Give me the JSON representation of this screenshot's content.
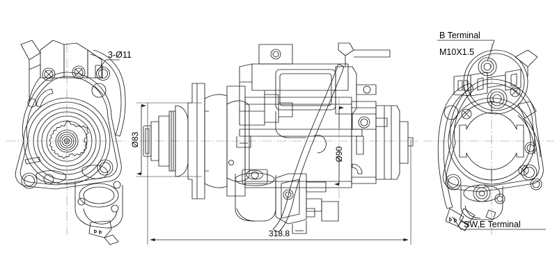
{
  "drawing": {
    "type": "engineering-orthographic-drawing",
    "subject": "starter-motor",
    "background_color": "#ffffff",
    "line_color": "#1a1a1a",
    "center_line_color": "#808080",
    "views": [
      {
        "name": "front-view-drive-end",
        "position": "left"
      },
      {
        "name": "side-view-section",
        "position": "center"
      },
      {
        "name": "rear-view-commutator-end",
        "position": "right"
      }
    ]
  },
  "labels": {
    "hole_callout": "3-Ø11",
    "b_terminal": "B Terminal",
    "b_terminal_thread": "M10X1.5",
    "sw_e_terminal": "SW,E Terminal"
  },
  "dimensions": {
    "diameter_flange": "Ø83",
    "diameter_body": "Ø90",
    "overall_length": "318.8"
  }
}
